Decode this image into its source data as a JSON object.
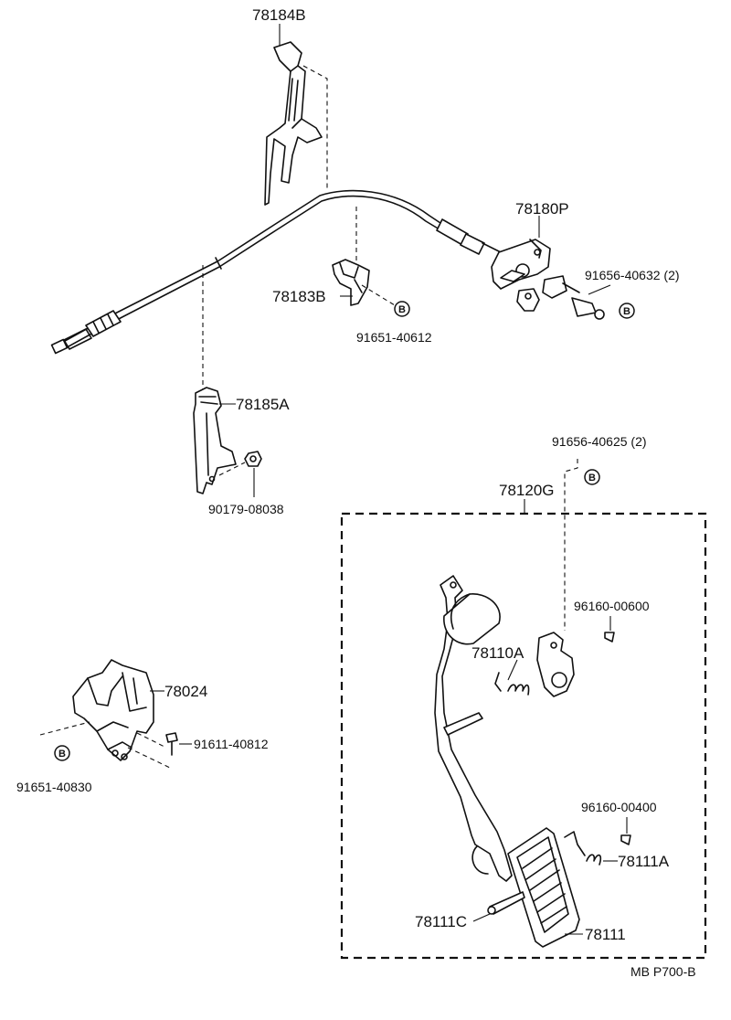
{
  "diagram": {
    "bolt_marker": "B",
    "footer": {
      "code": "MB P700-B"
    },
    "labels": {
      "p78184B": "78184B",
      "p78180P": "78180P",
      "p91656_40632": "91656-40632 (2)",
      "p78183B": "78183B",
      "p91651_40612": "91651-40612",
      "p78185A": "78185A",
      "p90179_08038": "90179-08038",
      "p91656_40625": "91656-40625 (2)",
      "p78120G": "78120G",
      "p96160_00600": "96160-00600",
      "p78110A": "78110A",
      "p78024": "78024",
      "p91611_40812": "91611-40812",
      "p91651_40830": "91651-40830",
      "p96160_00400": "96160-00400",
      "p78111A": "78111A",
      "p78111C": "78111C",
      "p78111": "78111"
    }
  }
}
